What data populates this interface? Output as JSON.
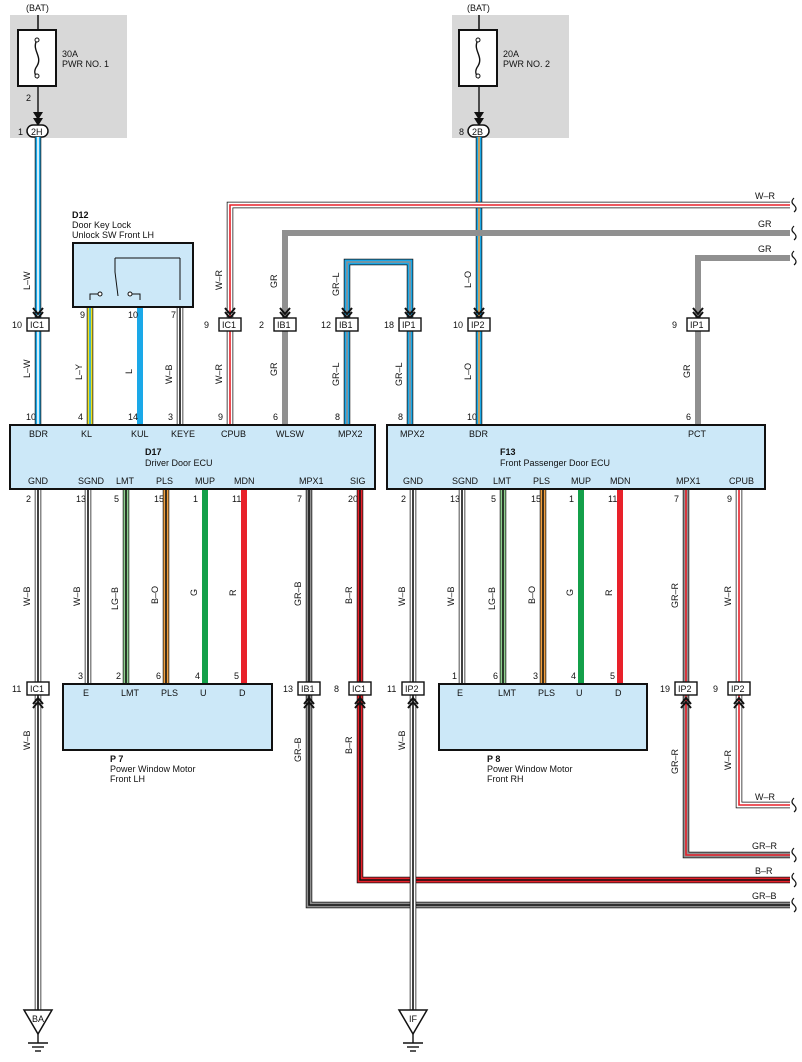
{
  "colors": {
    "L": "#1aa8e8",
    "Y": "#f0e020",
    "W": "#ffffff",
    "R": "#e8212a",
    "G": "#14a04a",
    "GR": "#909090",
    "B": "#111111",
    "LG": "#8fd08f",
    "O": "#f0a040",
    "box": "#cce8f8",
    "gray_area": "#d8d8d8"
  },
  "bat": {
    "left": "(BAT)",
    "right": "(BAT)"
  },
  "fuses": {
    "f1": {
      "amp": "30A",
      "name": "PWR NO. 1"
    },
    "f2": {
      "amp": "20A",
      "name": "PWR NO. 2"
    }
  },
  "junction": {
    "j2h": {
      "pin": "1",
      "code": "2H",
      "fuse_pin": "2"
    },
    "j2b": {
      "pin": "8",
      "code": "2B"
    }
  },
  "d12": {
    "code": "D12",
    "line1": "Door Key Lock",
    "line2": "Unlock SW Front LH",
    "p1": "9",
    "p2": "10",
    "p3": "7"
  },
  "d17": {
    "code": "D17",
    "name": "Driver Door ECU"
  },
  "f13": {
    "code": "F13",
    "name": "Front Passenger Door ECU"
  },
  "p7": {
    "code": "P 7",
    "line1": "Power Window Motor",
    "line2": "Front LH"
  },
  "p8": {
    "code": "P 8",
    "line1": "Power Window Motor",
    "line2": "Front RH"
  },
  "ground": {
    "ba": "BA",
    "if": "IF"
  },
  "d17_top": [
    {
      "label": "BDR",
      "pin": "10"
    },
    {
      "label": "KL",
      "pin": "4"
    },
    {
      "label": "KUL",
      "pin": "14"
    },
    {
      "label": "KEYE",
      "pin": "3"
    },
    {
      "label": "CPUB",
      "pin": "9"
    },
    {
      "label": "WLSW",
      "pin": "6"
    },
    {
      "label": "MPX2",
      "pin": "8"
    }
  ],
  "f13_top": [
    {
      "label": "MPX2",
      "pin": "8"
    },
    {
      "label": "BDR",
      "pin": "10"
    },
    {
      "label": "PCT",
      "pin": "6"
    }
  ],
  "d17_bot": [
    {
      "label": "GND",
      "pin": "2"
    },
    {
      "label": "SGND",
      "pin": "13"
    },
    {
      "label": "LMT",
      "pin": "5"
    },
    {
      "label": "PLS",
      "pin": "15"
    },
    {
      "label": "MUP",
      "pin": "1"
    },
    {
      "label": "MDN",
      "pin": "11"
    },
    {
      "label": "MPX1",
      "pin": "7"
    },
    {
      "label": "SIG",
      "pin": "20"
    }
  ],
  "f13_bot": [
    {
      "label": "GND",
      "pin": "2"
    },
    {
      "label": "SGND",
      "pin": "13"
    },
    {
      "label": "LMT",
      "pin": "5"
    },
    {
      "label": "PLS",
      "pin": "15"
    },
    {
      "label": "MUP",
      "pin": "1"
    },
    {
      "label": "MDN",
      "pin": "11"
    },
    {
      "label": "MPX1",
      "pin": "7"
    },
    {
      "label": "CPUB",
      "pin": "9"
    }
  ],
  "p7_pins": [
    {
      "label": "E",
      "pin": "3"
    },
    {
      "label": "LMT",
      "pin": "2"
    },
    {
      "label": "PLS",
      "pin": "6"
    },
    {
      "label": "U",
      "pin": "4"
    },
    {
      "label": "D",
      "pin": "5"
    }
  ],
  "p8_pins": [
    {
      "label": "E",
      "pin": "1"
    },
    {
      "label": "LMT",
      "pin": "6"
    },
    {
      "label": "PLS",
      "pin": "3"
    },
    {
      "label": "U",
      "pin": "4"
    },
    {
      "label": "D",
      "pin": "5"
    }
  ],
  "conn_top": [
    {
      "pin": "10",
      "code": "IC1"
    },
    {
      "pin": "9",
      "code": "IC1"
    },
    {
      "pin": "2",
      "code": "IB1"
    },
    {
      "pin": "12",
      "code": "IB1"
    },
    {
      "pin": "18",
      "code": "IP1"
    },
    {
      "pin": "10",
      "code": "IP2"
    },
    {
      "pin": "9",
      "code": "IP1"
    }
  ],
  "conn_bot": [
    {
      "pin": "11",
      "code": "IC1"
    },
    {
      "pin": "13",
      "code": "IB1"
    },
    {
      "pin": "8",
      "code": "IC1"
    },
    {
      "pin": "11",
      "code": "IP2"
    },
    {
      "pin": "19",
      "code": "IP2"
    },
    {
      "pin": "9",
      "code": "IP2"
    }
  ],
  "wire_labels": {
    "lw1": "L–W",
    "lw2": "L–W",
    "ly": "L–Y",
    "l": "L",
    "wb_d12": "W–B",
    "wr1": "W–R",
    "wr2": "W–R",
    "gr1": "GR",
    "gr2": "GR",
    "grl1": "GR–L",
    "grl2": "GR–L",
    "grl3": "GR–L",
    "lo1": "L–O",
    "lo2": "L–O",
    "gr_pct": "GR",
    "wr_right": "W–R",
    "gr_right1": "GR",
    "gr_right2": "GR",
    "d17_wb": "W–B",
    "d17_wb2": "W–B",
    "d17_lgb": "LG–B",
    "d17_bo": "B–O",
    "d17_g": "G",
    "d17_r": "R",
    "d17_grb": "GR–B",
    "d17_br": "B–R",
    "f13_wb": "W–B",
    "f13_wb2": "W–B",
    "f13_lgb": "LG–B",
    "f13_bo": "B–O",
    "f13_g": "G",
    "f13_r": "R",
    "f13_grr": "GR–R",
    "f13_wr": "W–R",
    "ic1_wb": "W–B",
    "ib1_grb": "GR–B",
    "ic1_br": "B–R",
    "ip2_wb": "W–B",
    "ip2_grr": "GR–R",
    "ip2_wr": "W–R",
    "br_wr": "W–R",
    "br_grr": "GR–R",
    "br_br": "B–R",
    "br_grb": "GR–B"
  }
}
